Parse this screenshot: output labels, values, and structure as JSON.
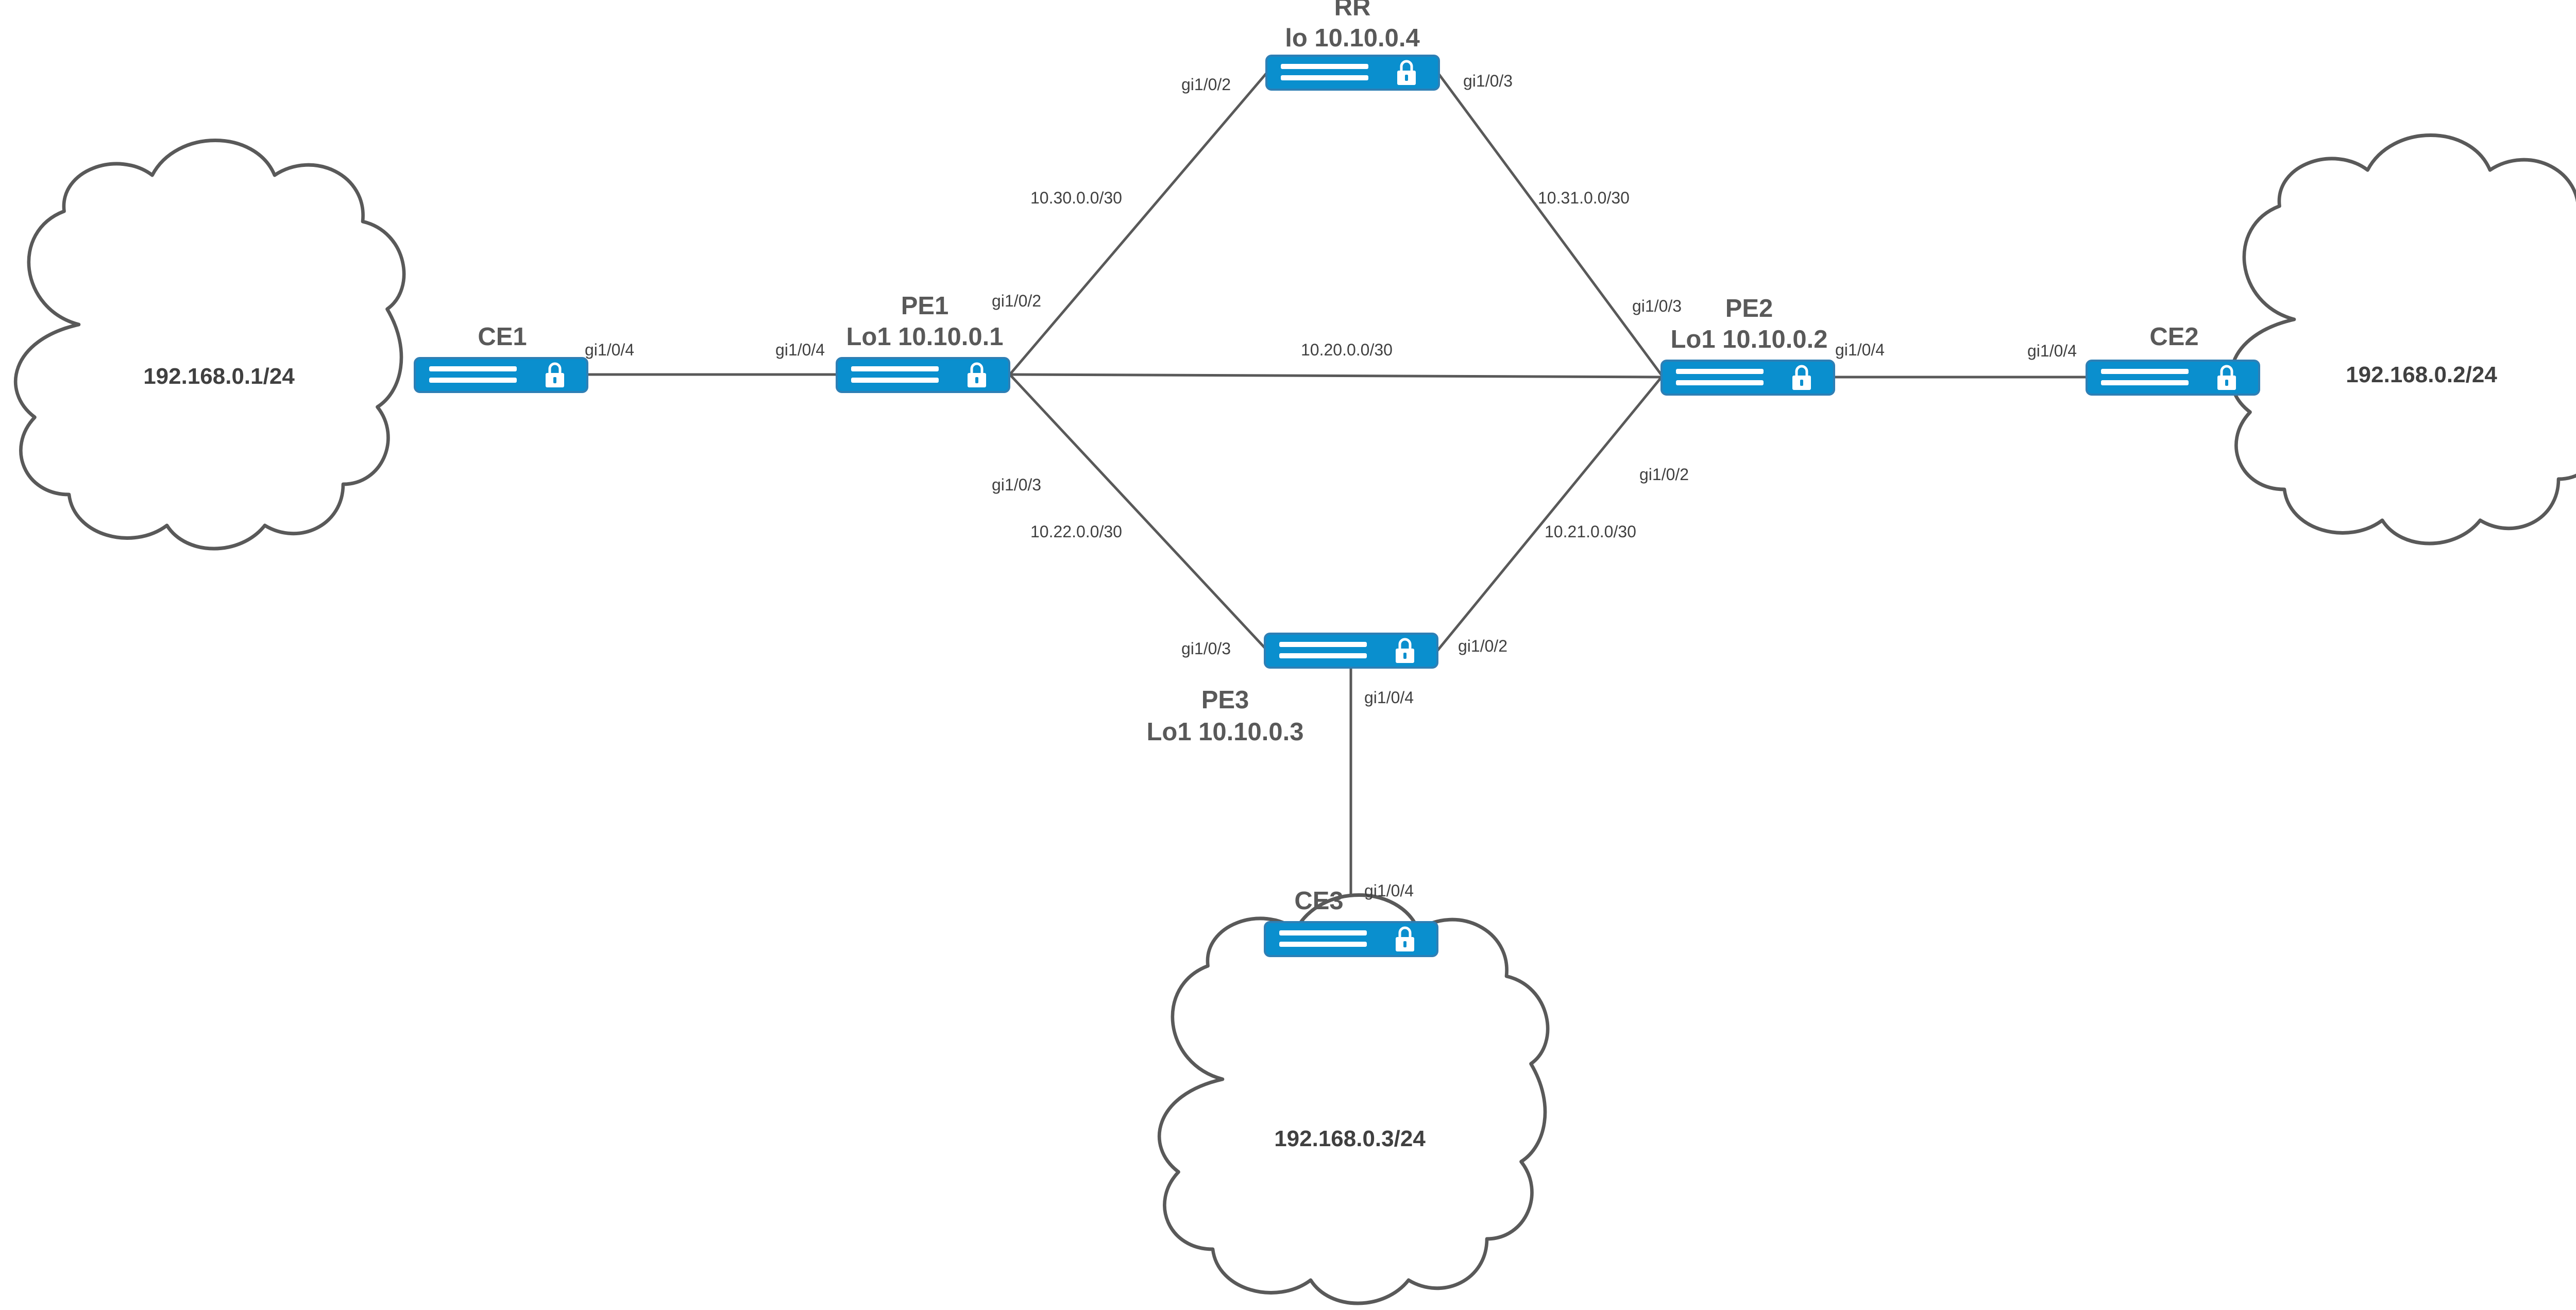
{
  "devices": {
    "rr": {
      "name": "RR",
      "loopback": "lo 10.10.0.4"
    },
    "pe1": {
      "name": "PE1",
      "loopback": "Lo1 10.10.0.1"
    },
    "pe2": {
      "name": "PE2",
      "loopback": "Lo1 10.10.0.2"
    },
    "pe3": {
      "name": "PE3",
      "loopback": "Lo1 10.10.0.3"
    },
    "ce1": {
      "name": "CE1"
    },
    "ce2": {
      "name": "CE2"
    },
    "ce3": {
      "name": "CE3"
    }
  },
  "clouds": {
    "left": "192.168.0.1/24",
    "right": "192.168.0.2/24",
    "bottom": "192.168.0.3/24"
  },
  "links": {
    "pe1_rr": {
      "subnet": "10.30.0.0/30",
      "if_pe1": "gi1/0/2",
      "if_rr": "gi1/0/2"
    },
    "rr_pe2": {
      "subnet": "10.31.0.0/30",
      "if_rr": "gi1/0/3",
      "if_pe2": "gi1/0/3"
    },
    "pe1_pe2": {
      "subnet": "10.20.0.0/30"
    },
    "pe1_pe3": {
      "subnet": "10.22.0.0/30",
      "if_pe1": "gi1/0/3",
      "if_pe3": "gi1/0/3"
    },
    "pe2_pe3": {
      "subnet": "10.21.0.0/30",
      "if_pe2": "gi1/0/2",
      "if_pe3": "gi1/0/2"
    },
    "ce1_pe1": {
      "if_ce1": "gi1/0/4",
      "if_pe1": "gi1/0/4"
    },
    "pe2_ce2": {
      "if_pe2": "gi1/0/4",
      "if_ce2": "gi1/0/4"
    },
    "pe3_ce3": {
      "if_pe3": "gi1/0/4",
      "if_ce3": "gi1/0/4"
    }
  },
  "colors": {
    "device": "#0a8fce",
    "line": "#595959",
    "text": "#595959"
  },
  "icons": {
    "device": "router-icon",
    "lock": "lock-icon",
    "cloud": "cloud-icon"
  }
}
